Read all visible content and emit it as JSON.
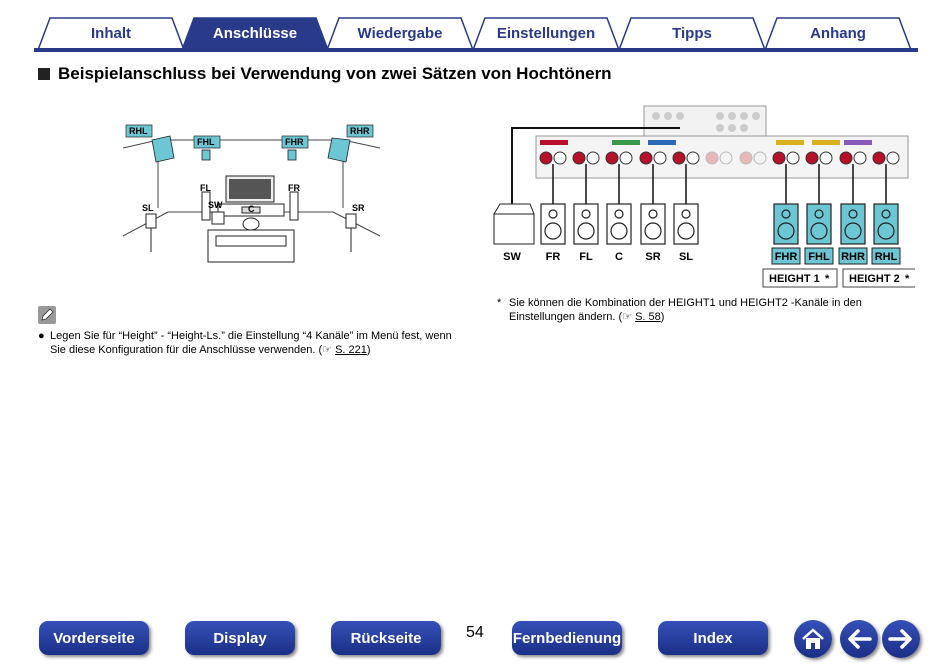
{
  "tabs": [
    {
      "label": "Inhalt",
      "active": false
    },
    {
      "label": "Anschlüsse",
      "active": true
    },
    {
      "label": "Wiedergabe",
      "active": false
    },
    {
      "label": "Einstellungen",
      "active": false
    },
    {
      "label": "Tipps",
      "active": false
    },
    {
      "label": "Anhang",
      "active": false
    }
  ],
  "heading": "Beispielanschluss bei Verwendung von zwei Sätzen von Hochtönern",
  "room": {
    "rhl": "RHL",
    "fhl": "FHL",
    "fhr": "FHR",
    "rhr": "RHR",
    "fl": "FL",
    "fr": "FR",
    "sl": "SL",
    "sr": "SR",
    "sw": "SW",
    "c": "C"
  },
  "speakers": {
    "sw": "SW",
    "fr": "FR",
    "fl": "FL",
    "c": "C",
    "sr": "SR",
    "sl": "SL",
    "h_fhr": "FHR",
    "h_fhl": "FHL",
    "h_rhr": "RHR",
    "h_rhl": "RHL",
    "height1": "HEIGHT 1",
    "height2": "HEIGHT 2",
    "asterisk": "*"
  },
  "note": {
    "bullet": "●",
    "text": "Legen Sie für “Height” - “Height-Ls.” die Einstellung “4 Kanäle” im Menü fest, wenn Sie diese Konfiguration für die Anschlüsse verwenden.",
    "ref": "S. 221"
  },
  "footnote": {
    "mark": "*",
    "text": "Sie können die Kombination der HEIGHT1 und HEIGHT2 -Kanäle in den Einstellungen ändern.",
    "ref": "S. 58"
  },
  "nav": {
    "front": "Vorderseite",
    "display": "Display",
    "rear": "Rückseite",
    "remote": "Fernbedienung",
    "index": "Index"
  },
  "page_number": "54",
  "colors": {
    "accent": "#2a3a8a",
    "height_speaker": "#6cc6d4",
    "terminal_red": "#b8102a"
  }
}
